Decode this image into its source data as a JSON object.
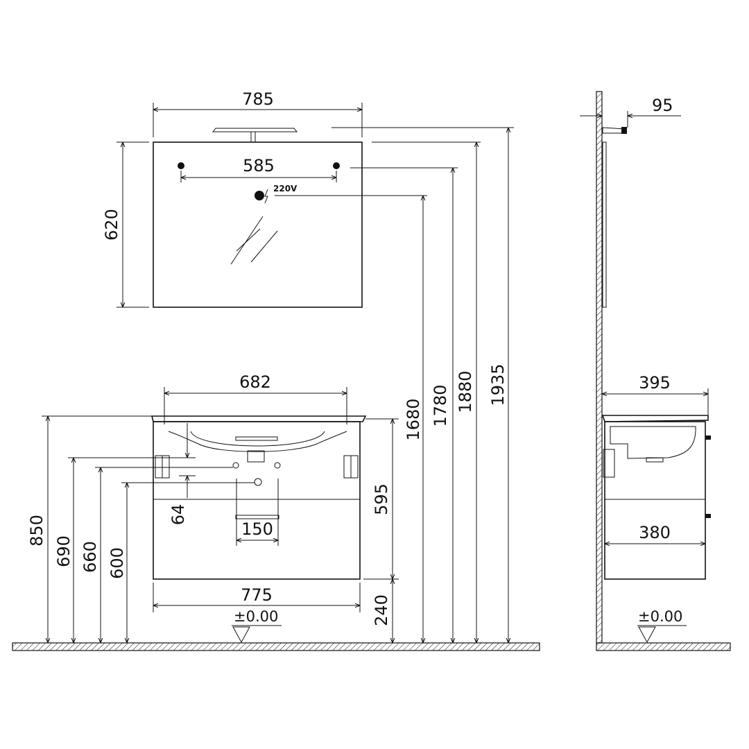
{
  "drawing": {
    "dims": {
      "mirror_width": "785",
      "mirror_height": "620",
      "mirror_hole_spacing": "585",
      "power_label": "220V",
      "lamp_projection": "95",
      "basin_width": "682",
      "cabinet_height": "595",
      "floor_to_top": "850",
      "dim_690": "690",
      "dim_660": "660",
      "dim_600": "600",
      "dim_64": "64",
      "siphon_width": "150",
      "cabinet_width": "775",
      "floor_gap": "240",
      "level_front": "±0.00",
      "level_side": "±0.00",
      "h1680": "1680",
      "h1780": "1780",
      "h1880": "1880",
      "h1935": "1935",
      "side_top_depth": "395",
      "side_cabinet_depth": "380"
    }
  }
}
